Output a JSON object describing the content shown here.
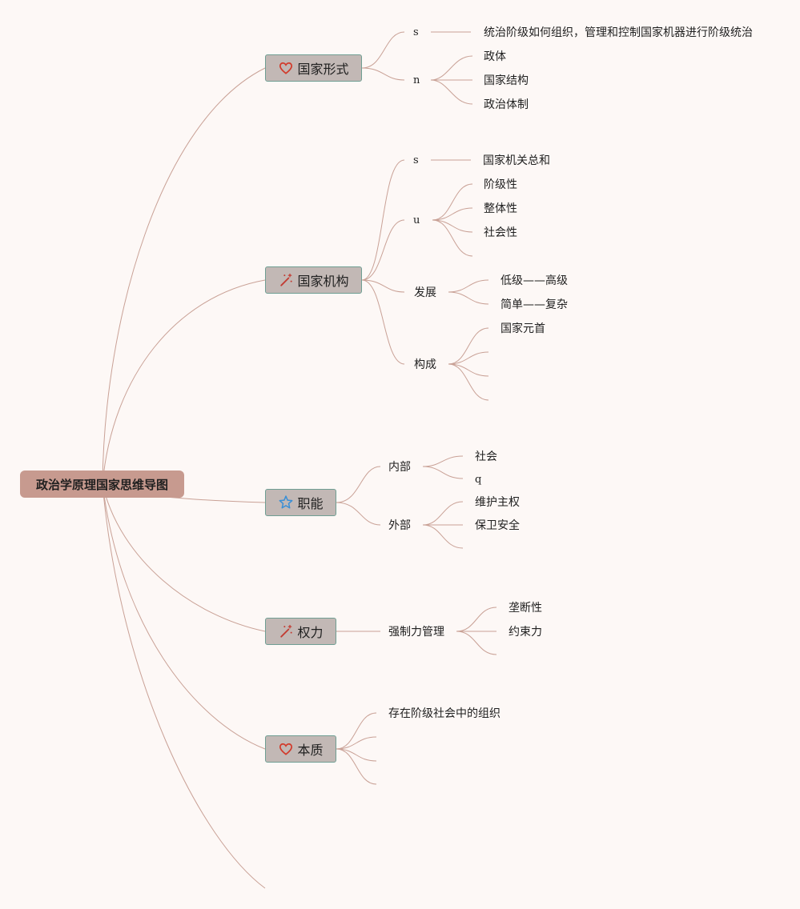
{
  "root": {
    "label": "政治学原理国家思维导图"
  },
  "topics": {
    "form": {
      "label": "国家形式",
      "icon": "heart-icon",
      "s_label": "s",
      "s_text": "统治阶级如何组织，管理和控制国家机器进行阶级统治",
      "n_label": "n",
      "n_items": [
        "政体",
        "国家结构",
        "政治体制"
      ]
    },
    "organ": {
      "label": "国家机构",
      "icon": "magic-wand-icon",
      "s_label": "s",
      "s_text": "国家机关总和",
      "u_label": "u",
      "u_items": [
        "阶级性",
        "整体性",
        "社会性"
      ],
      "dev_label": "发展",
      "dev_items": [
        "低级——高级",
        "简单——复杂"
      ],
      "comp_label": "构成",
      "comp_items": [
        "国家元首"
      ]
    },
    "function": {
      "label": "职能",
      "icon": "star-icon",
      "internal_label": "内部",
      "internal_items": [
        "社会",
        "q"
      ],
      "external_label": "外部",
      "external_items": [
        "维护主权",
        "保卫安全"
      ]
    },
    "power": {
      "label": "权力",
      "icon": "magic-wand-icon",
      "sub_label": "强制力管理",
      "sub_items": [
        "垄断性",
        "约束力"
      ]
    },
    "essence": {
      "label": "本质",
      "icon": "heart-icon",
      "items": [
        "存在阶级社会中的组织"
      ]
    }
  },
  "colors": {
    "background": "#fdf8f6",
    "root_fill": "#c79a8f",
    "topic_fill": "#c2b8b5",
    "topic_border": "#6f9e93",
    "connector": "#c9a196",
    "heart": "#d23a2a",
    "star": "#3a8fd6",
    "wand": "#c23b32"
  }
}
